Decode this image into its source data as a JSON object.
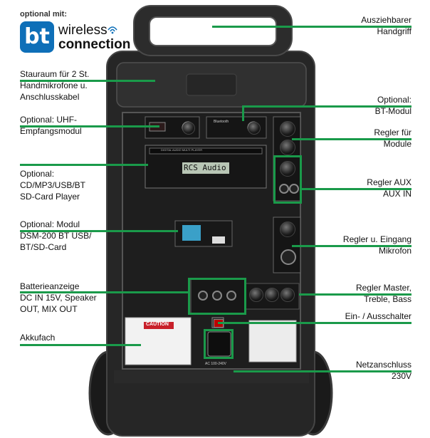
{
  "logo": {
    "optional_label": "optional mit:",
    "bt_mark": "bt",
    "line1": "wireless",
    "line2": "connection",
    "wifi_icon": "wifi-arcs-icon"
  },
  "colors": {
    "accent": "#1a9a4a",
    "logo_blue": "#0e6fb8"
  },
  "labels_left": [
    {
      "id": "stauraum",
      "lines": [
        "Stauraum für 2 St.",
        "Handmikrofone u.",
        "Anschlusskabel"
      ]
    },
    {
      "id": "uhf",
      "lines": [
        "Optional: UHF-",
        "Empfangsmodul"
      ]
    },
    {
      "id": "cd",
      "lines": [
        "Optional:",
        "CD/MP3/USB/BT",
        "SD-Card Player"
      ]
    },
    {
      "id": "dsm",
      "lines": [
        "Optional: Modul",
        "DSM-200 BT USB/",
        "BT/SD-Card"
      ]
    },
    {
      "id": "batterie",
      "lines": [
        "Batterieanzeige",
        "DC IN 15V, Speaker",
        "OUT, MIX OUT"
      ]
    },
    {
      "id": "akku",
      "lines": [
        "Akkufach"
      ]
    }
  ],
  "labels_right": [
    {
      "id": "handgriff",
      "lines": [
        "Ausziehbarer",
        "Handgriff"
      ]
    },
    {
      "id": "bt",
      "lines": [
        "Optional:",
        "BT-Modul"
      ]
    },
    {
      "id": "module",
      "lines": [
        "Regler für",
        "Module"
      ]
    },
    {
      "id": "aux",
      "lines": [
        "Regler AUX",
        "AUX IN"
      ]
    },
    {
      "id": "mikrofon",
      "lines": [
        "Regler u. Eingang",
        "Mikrofon"
      ]
    },
    {
      "id": "master",
      "lines": [
        "Regler Master,",
        "Treble, Bass"
      ]
    },
    {
      "id": "schalter",
      "lines": [
        "Ein- / Ausschalter"
      ]
    },
    {
      "id": "netz",
      "lines": [
        "Netzanschluss",
        "230V"
      ]
    }
  ],
  "device": {
    "cd_display": "RCS Audio",
    "cd_header": "DIGITAL AUDIO MULTI PLAYER",
    "bt_module_label": "Bluetooth",
    "caution_label": "CAUTION",
    "power_label": "AC 100-240V"
  }
}
